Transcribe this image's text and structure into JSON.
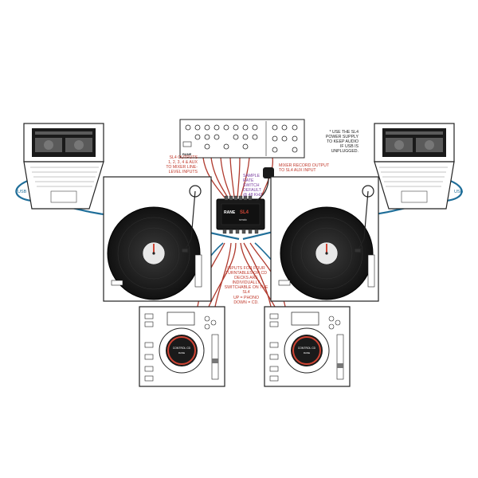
{
  "colors": {
    "usb_cable": "#1f6e99",
    "audio_cable": "#b03a2e",
    "annotation_red": "#c0392b",
    "annotation_purple": "#7a3fa0",
    "outline": "#222222",
    "platter": "#1a1a1a",
    "label_red": "#d04535"
  },
  "labels": {
    "usb_left": "USB",
    "usb_right": "USB",
    "sl4_outputs": "SL4 OUTPUTS\n1, 2, 3, 4 & AUX\nTO MIXER LINE-\nLEVEL INPUTS",
    "sample_rate": "SAMPLE\nRATE\nSWITCH\nDEFAULT\n@ 48 kHz",
    "mixer_record": "MIXER RECORD OUTPUT\nTO SL4 AUX INPUT",
    "power_supply": "* USE THE SL4\nPOWER SUPPLY\nTO KEEP AUDIO\nIF USB IS\nUNPLUGGED.",
    "inputs_note": "INPUTS FOR FOUR\nTURNTABLES OR CD\nDECKS ARE INDIVIDUALLY\nSWITCHABLE ON THE SL4\nUP = PHONO\nDOWN = CD.",
    "mixer_brand": "RANE",
    "interface_brand": "RANE",
    "interface_model": "SL4",
    "interface_sub": "serato",
    "cd_label_left": "CONTROL CD",
    "cd_label_right": "CONTROL CD",
    "cd_sub": "RANE"
  }
}
